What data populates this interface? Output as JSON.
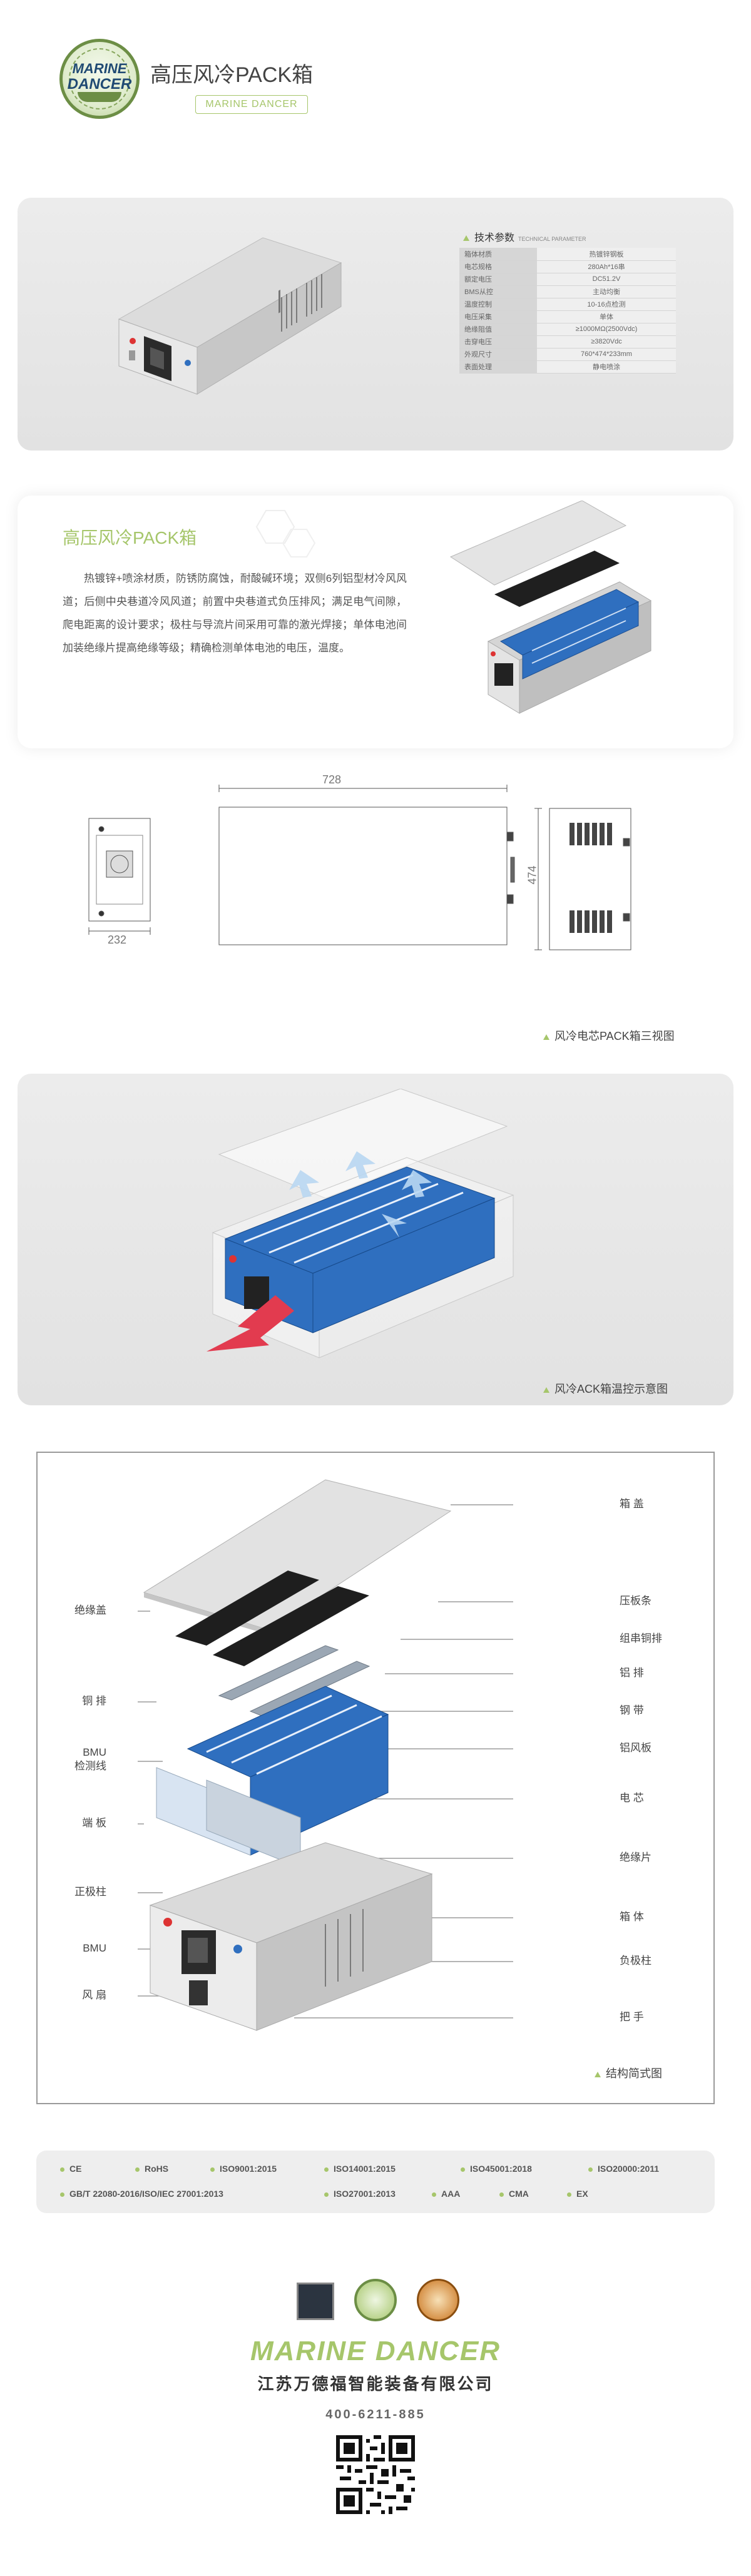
{
  "header": {
    "title": "高压风冷PACK箱",
    "subtitle": "MARINE DANCER",
    "logo_text": [
      "MARINE",
      "DANCER"
    ]
  },
  "specs": {
    "title": "技术参数",
    "title_en": "TECHNICAL PARAMETER",
    "rows": [
      {
        "key": "箱体材质",
        "value": "热镀锌钢板"
      },
      {
        "key": "电芯规格",
        "value": "280Ah*16串"
      },
      {
        "key": "额定电压",
        "value": "DC51.2V"
      },
      {
        "key": "BMS从控",
        "value": "主动均衡"
      },
      {
        "key": "温度控制",
        "value": "10-16点检测"
      },
      {
        "key": "电压采集",
        "value": "单体"
      },
      {
        "key": "绝缘阻值",
        "value": "≥1000MΩ(2500Vdc)"
      },
      {
        "key": "击穿电压",
        "value": "≥3820Vdc"
      },
      {
        "key": "外观尺寸",
        "value": "760*474*233mm"
      },
      {
        "key": "表面处理",
        "value": "静电喷涂"
      }
    ]
  },
  "intro": {
    "title": "高压风冷PACK箱",
    "body": "热镀锌+喷涂材质，防锈防腐蚀，耐酸碱环境；双侧6列铝型材冷风风道；后侧中央巷道冷风风道；前置中央巷道式负压排风；满足电气间隙，爬电距离的设计要求；极柱与导流片间采用可靠的激光焊接；单体电池间加装绝缘片提高绝缘等级；精确检测单体电池的电压，温度。"
  },
  "three_view": {
    "dim_width": "728",
    "dim_side": "232",
    "dim_height": "474",
    "caption": "风冷电芯PACK箱三视图"
  },
  "airflow": {
    "caption": "风冷ACK箱温控示意图"
  },
  "exploded": {
    "caption": "结构简式图",
    "labels_right": [
      "箱 盖",
      "压板条",
      "组串铜排",
      "铝 排",
      "钢 带",
      "铝风板",
      "电 芯",
      "绝缘片",
      "箱 体",
      "负极柱",
      "把 手"
    ],
    "labels_left": [
      "绝缘盖",
      "铜 排",
      "BMU\n检测线",
      "端 板",
      "正极柱",
      "BMU",
      "风 扇"
    ]
  },
  "certs": {
    "row1": [
      "CE",
      "RoHS",
      "ISO9001:2015",
      "ISO14001:2015",
      "ISO45001:2018",
      "ISO20000:2011"
    ],
    "row2": [
      "GB/T  22080-2016/ISO/IEC 27001:2013",
      "ISO27001:2013",
      "AAA",
      "CMA",
      "EX"
    ]
  },
  "footer": {
    "brand": "MARINE DANCER",
    "company": "江苏万德福智能装备有限公司",
    "phone": "400-6211-885"
  },
  "colors": {
    "accent": "#a6c66b",
    "battery_blue": "#2f6fbf",
    "arrow_red": "#e23b4f",
    "panel_grey": "#e6e6e6"
  }
}
